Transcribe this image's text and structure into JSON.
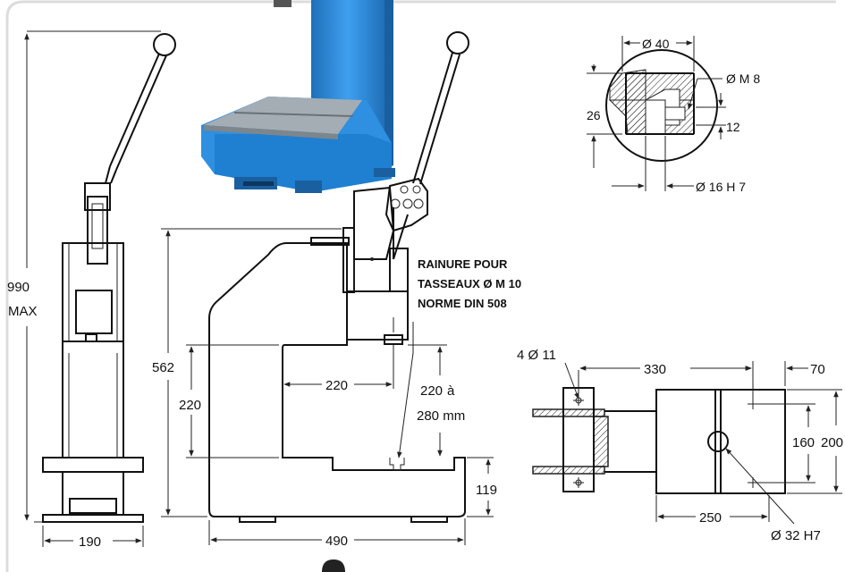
{
  "colors": {
    "line": "#222222",
    "machine_blue": "#2f8fe0",
    "machine_blue_dark": "#1f6fb8",
    "steel": "#9aa3aa",
    "background": "#ffffff"
  },
  "front_view": {
    "height_value": "990",
    "height_suffix": "MAX",
    "base_width": "190"
  },
  "side_view": {
    "total_height": "562",
    "throat_height": "220",
    "throat_depth": "220",
    "stroke_value": "220",
    "stroke_to": "à",
    "stroke_max": "280 mm",
    "base_height": "119",
    "base_length": "490",
    "groove_note": [
      "RAINURE POUR",
      "TASSEAUX Ø M 10",
      "NORME DIN 508"
    ]
  },
  "ram_detail": {
    "outer_diameter": "Ø 40",
    "thread": "Ø M 8",
    "height": "26",
    "bore_depth": "12",
    "bore": "Ø 16 H 7"
  },
  "top_view": {
    "holes": "4  Ø 11",
    "span": "330",
    "edge_offset": "70",
    "inner_width": "160",
    "outer_width": "200",
    "table_length": "250",
    "center_bore": "Ø 32 H7"
  }
}
